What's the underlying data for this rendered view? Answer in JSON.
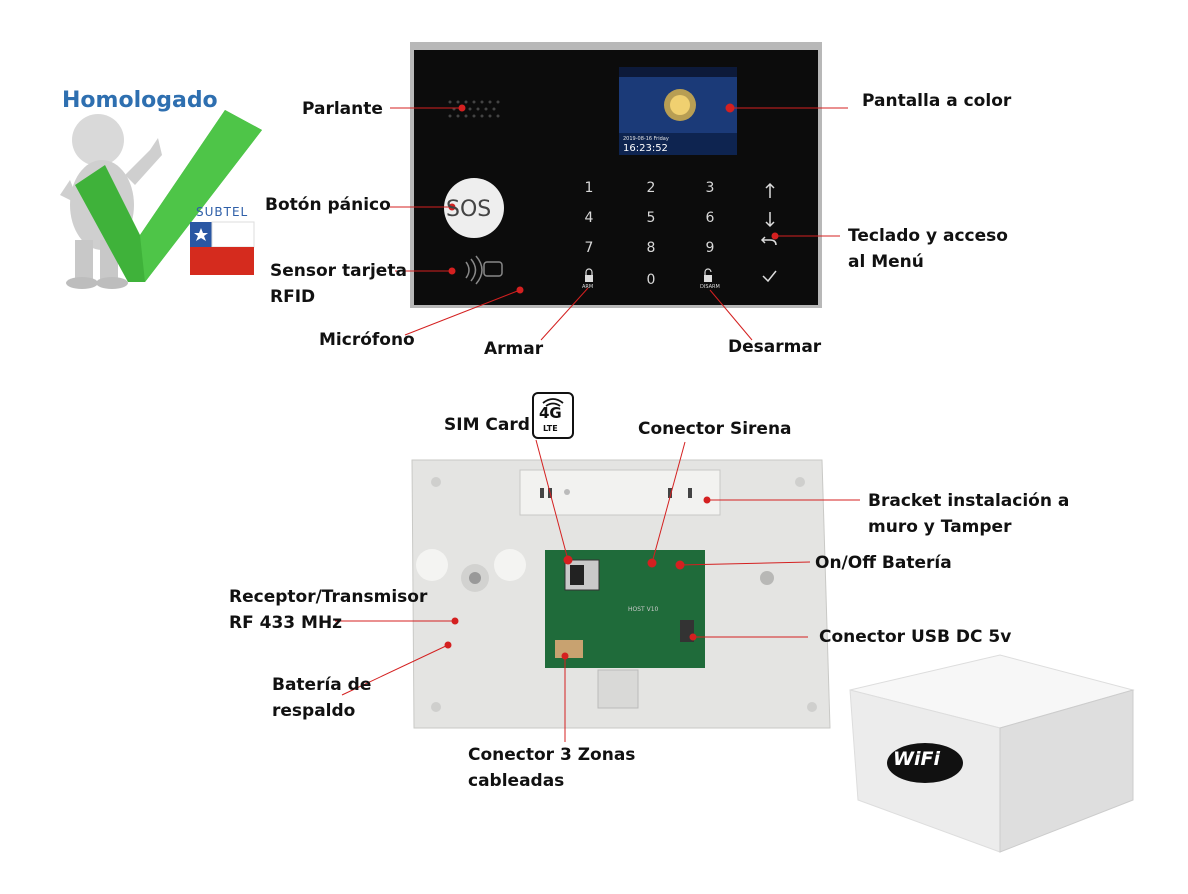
{
  "badge": {
    "title": "Homologado",
    "agency": "SUBTEL"
  },
  "front_panel": {
    "screen": {
      "date": "2019-08-16 Friday",
      "time": "16:23:52"
    },
    "sos_label": "SOS",
    "keypad": [
      "1",
      "2",
      "3",
      "4",
      "5",
      "6",
      "7",
      "8",
      "9",
      "0"
    ],
    "arm_text": "ARM",
    "disarm_text": "DISARM"
  },
  "labels": {
    "parlante": "Parlante",
    "pantalla": "Pantalla a color",
    "boton_panico": "Botón pánico",
    "teclado_1": "Teclado y acceso",
    "teclado_2": "al Menú",
    "sensor_1": "Sensor tarjeta",
    "sensor_2": "RFID",
    "microfono": "Micrófono",
    "armar": "Armar",
    "desarmar": "Desarmar",
    "sim_card": "SIM Card",
    "conector_sirena": "Conector Sirena",
    "bracket_1": "Bracket instalación a",
    "bracket_2": "muro y Tamper",
    "onoff": "On/Off Batería",
    "receptor_1": "Receptor/Transmisor",
    "receptor_2": "RF 433 MHz",
    "usb": "Conector USB DC 5v",
    "bateria_1": "Batería de",
    "bateria_2": "respaldo",
    "zonas_1": "Conector 3 Zonas",
    "zonas_2": "cableadas"
  },
  "lte_badge": {
    "gen": "4G",
    "tech": "LTE"
  },
  "box": {
    "logo": "WiFi"
  },
  "pcb_text": "HOST V10",
  "colors": {
    "accent_red": "#d42020",
    "brand_blue": "#2e6fb0",
    "check_green": "#3fb23a"
  }
}
